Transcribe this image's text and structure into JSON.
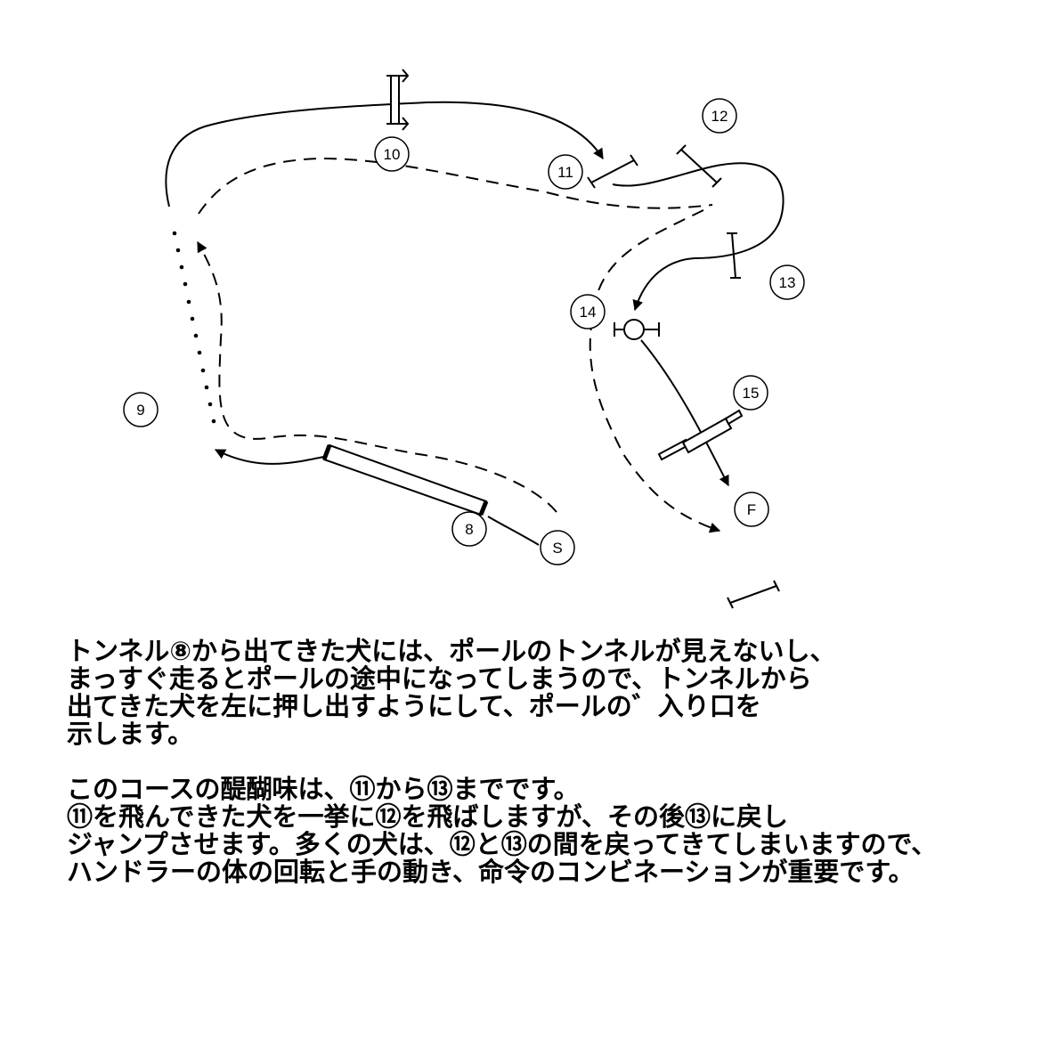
{
  "course": {
    "obstacles": [
      {
        "name": "obstacle-8",
        "label": "8"
      },
      {
        "name": "obstacle-9",
        "label": "9"
      },
      {
        "name": "obstacle-10",
        "label": "10"
      },
      {
        "name": "obstacle-11",
        "label": "11"
      },
      {
        "name": "obstacle-12",
        "label": "12"
      },
      {
        "name": "obstacle-13",
        "label": "13"
      },
      {
        "name": "obstacle-14",
        "label": "14"
      },
      {
        "name": "obstacle-15",
        "label": "15"
      },
      {
        "name": "start",
        "label": "S"
      },
      {
        "name": "finish",
        "label": "F"
      }
    ]
  },
  "notes": {
    "paragraph1": [
      "トンネル⑧から出てきた犬には、ポールのトンネルが見えないし、",
      "まっすぐ走るとポールの途中になってしまうので、トンネルから",
      "出てきた犬を左に押し出すようにして、ポールの゛入り口を",
      "示します。"
    ],
    "paragraph2": [
      "このコースの醍醐味は、⑪から⑬までです。",
      "⑪を飛んできた犬を一挙に⑫を飛ばしますが、その後⑬に戻し",
      "ジャンプさせます。多くの犬は、⑫と⑬の間を戻ってきてしまいますので、",
      "ハンドラーの体の回転と手の動き、命令のコンビネーションが重要です。"
    ]
  }
}
